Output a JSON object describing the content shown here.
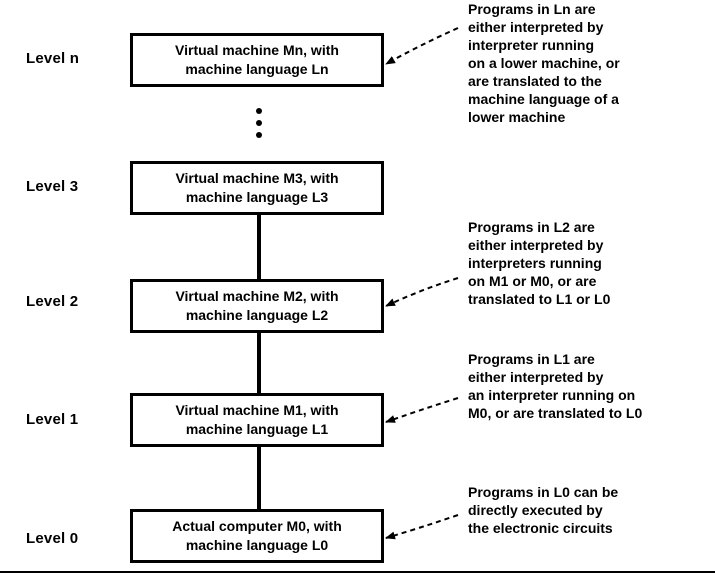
{
  "levels": [
    {
      "label": "Level n",
      "box_line1": "Virtual machine Mn, with",
      "box_line2": "machine language Ln"
    },
    {
      "label": "Level 3",
      "box_line1": "Virtual machine M3, with",
      "box_line2": "machine language L3"
    },
    {
      "label": "Level 2",
      "box_line1": "Virtual machine M2, with",
      "box_line2": "machine language L2"
    },
    {
      "label": "Level 1",
      "box_line1": "Virtual machine M1, with",
      "box_line2": "machine language L1"
    },
    {
      "label": "Level 0",
      "box_line1": "Actual computer M0, with",
      "box_line2": "machine language L0"
    }
  ],
  "notes": [
    {
      "lines": [
        "Programs in Ln are",
        "either interpreted by",
        "interpreter running",
        "on a lower machine, or",
        "are translated to the",
        "machine language of a",
        "lower machine"
      ]
    },
    {
      "lines": [
        "Programs in L2 are",
        "either interpreted by",
        "interpreters running",
        "on M1 or M0, or are",
        "translated to L1 or L0"
      ]
    },
    {
      "lines": [
        "Programs in L1 are",
        "either interpreted by",
        "an interpreter running on",
        "M0, or are translated to L0"
      ]
    },
    {
      "lines": [
        "Programs in L0 can be",
        "directly executed by",
        "the electronic circuits"
      ]
    }
  ]
}
